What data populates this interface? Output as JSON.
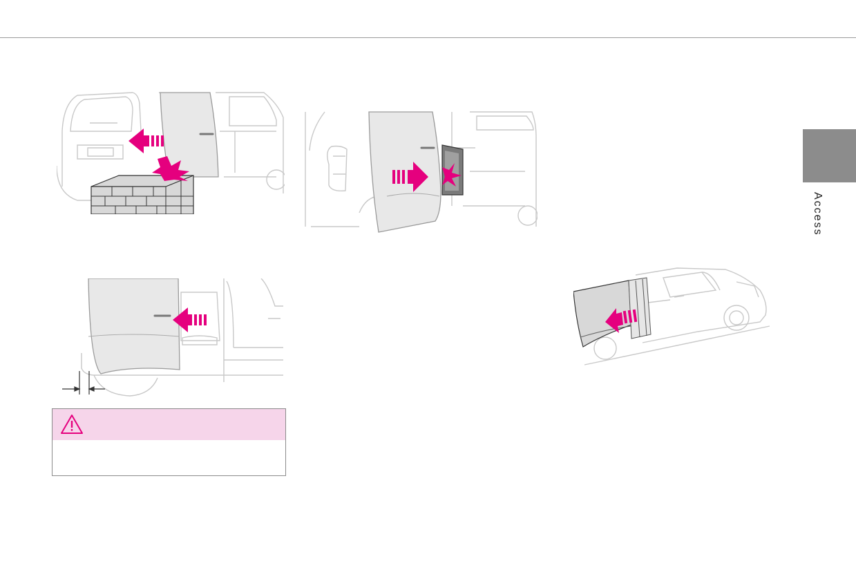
{
  "header": {
    "rule": true
  },
  "side_tab": {
    "label": "Access",
    "color": "#8c8c8c"
  },
  "colors": {
    "accent": "#e5007e",
    "warning_bg": "#f6d5ea",
    "tab_gray": "#8c8c8c",
    "line_gray": "#c8c8c8"
  },
  "illustrations": [
    {
      "name": "rear-van-door-obstacle",
      "icons": [
        "arrow-left-icon",
        "impact-burst-icon",
        "brick-wall"
      ]
    },
    {
      "name": "side-door-closing",
      "icons": [
        "arrow-right-icon",
        "impact-burst-icon"
      ]
    },
    {
      "name": "side-door-gap",
      "icons": [
        "arrow-left-icon",
        "gap-dimension-icon"
      ]
    },
    {
      "name": "van-on-slope",
      "icons": [
        "arrow-left-icon"
      ]
    }
  ],
  "warning": {
    "icon": "warning-triangle-icon"
  }
}
